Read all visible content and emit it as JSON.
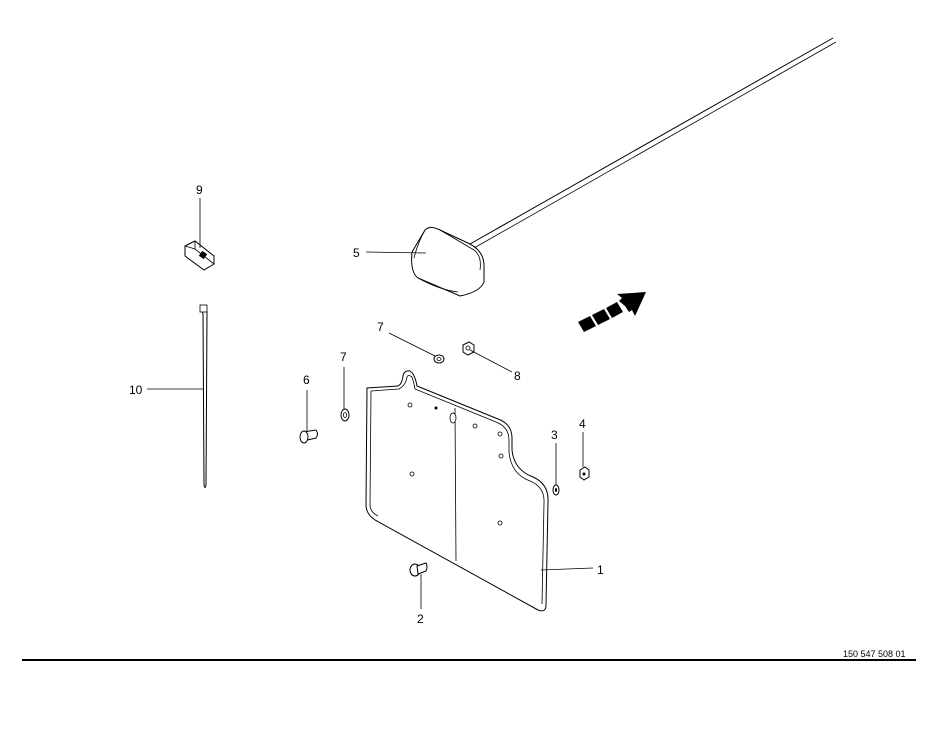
{
  "drawing": {
    "document_number": "150 547 508 01",
    "callouts": {
      "c1": "1",
      "c2": "2",
      "c3": "3",
      "c4": "4",
      "c5": "5",
      "c6": "6",
      "c7a": "7",
      "c7b": "7",
      "c8": "8",
      "c9": "9",
      "c10": "10"
    },
    "icons": {
      "direction": "travel-direction-arrow-icon"
    }
  }
}
